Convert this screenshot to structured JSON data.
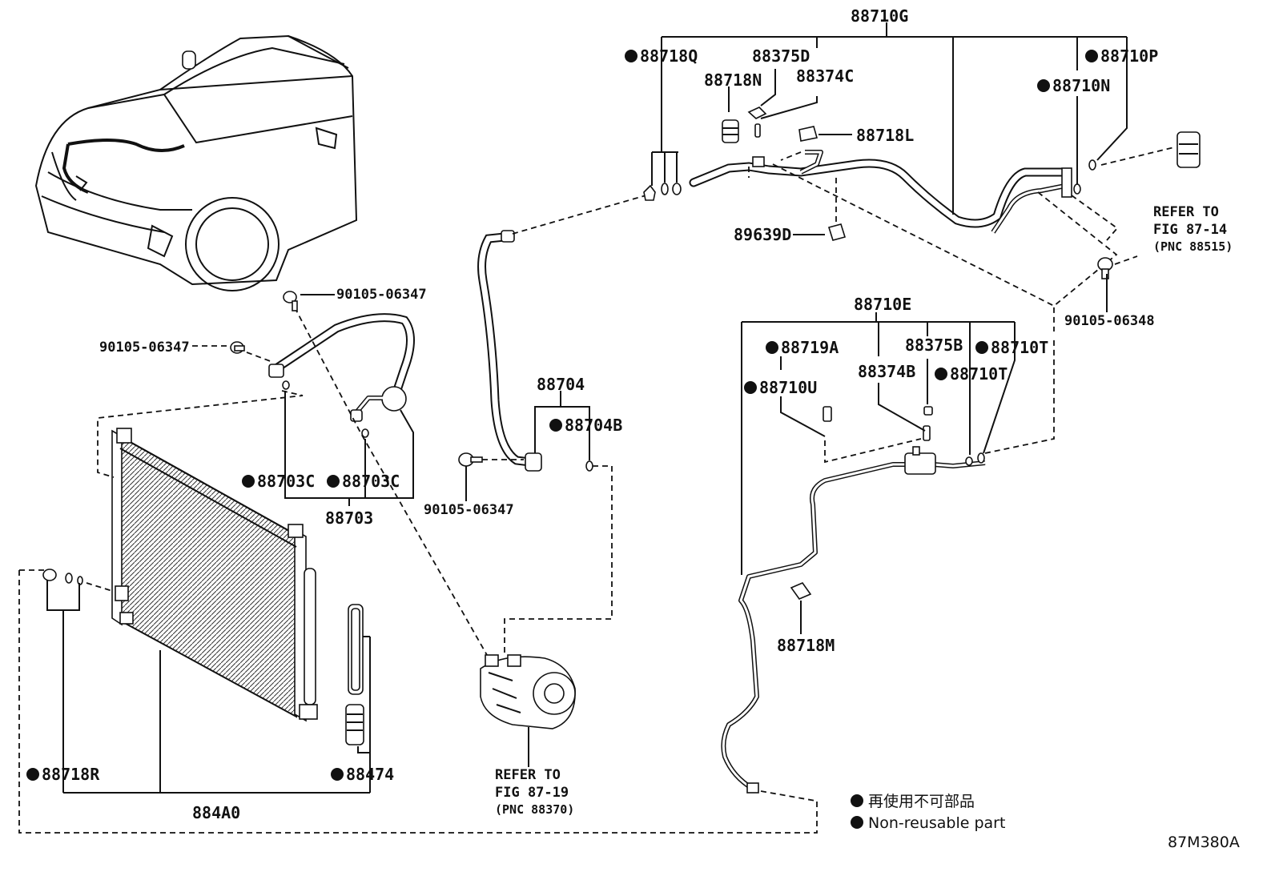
{
  "labels": {
    "p88710G": "88710G",
    "p88718Q": "88718Q",
    "p88375D": "88375D",
    "p88374C": "88374C",
    "p88718N": "88718N",
    "p88718L": "88718L",
    "p88710P": "88710P",
    "p88710N": "88710N",
    "p89639D": "89639D",
    "p90105_06348": "90105-06348",
    "p90105_06347_a": "90105-06347",
    "p90105_06347_b": "90105-06347",
    "p90105_06347_c": "90105-06347",
    "p88704": "88704",
    "p88704B": "88704B",
    "p88703C_a": "88703C",
    "p88703C_b": "88703C",
    "p88703": "88703",
    "p88710E": "88710E",
    "p88719A": "88719A",
    "p88375B": "88375B",
    "p88710T_a": "88710T",
    "p88374B": "88374B",
    "p88710U": "88710U",
    "p88710T_b": "88710T",
    "p88718M": "88718M",
    "p88718R": "88718R",
    "p88474": "88474",
    "p884A0": "884A0"
  },
  "refs": {
    "fig87_14": {
      "line1": "REFER TO",
      "line2": "FIG 87-14",
      "line3": "(PNC 88515)"
    },
    "fig87_19": {
      "line1": "REFER TO",
      "line2": "FIG 87-19",
      "line3": "(PNC 88370)"
    }
  },
  "legend": {
    "japanese": "再使用不可部品",
    "english": "Non-reusable part"
  },
  "figure_code": "87M380A"
}
